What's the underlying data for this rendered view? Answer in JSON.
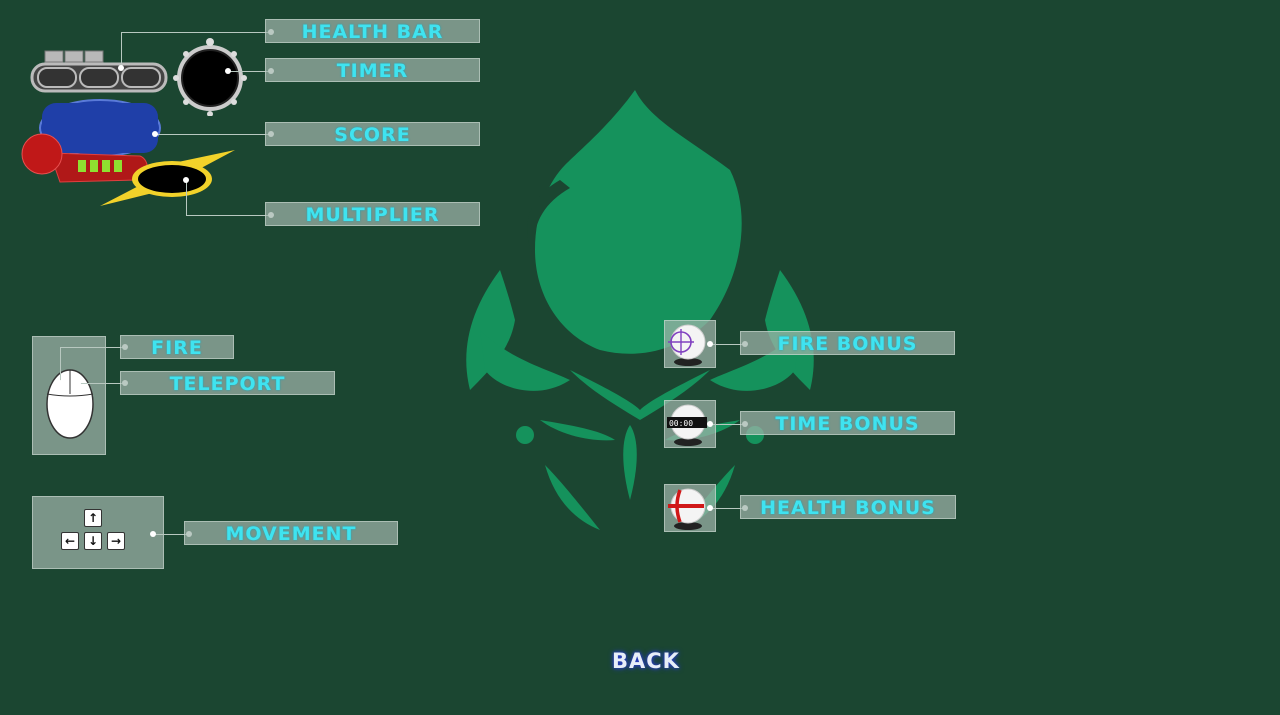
{
  "hud": {
    "health_bar": "HEALTH BAR",
    "timer": "TIMER",
    "score": "SCORE",
    "multiplier": "MULTIPLIER"
  },
  "controls": {
    "fire": "FIRE",
    "teleport": "TELEPORT",
    "movement": "MOVEMENT",
    "timer_digits": "00:00"
  },
  "bonuses": {
    "fire_bonus": "FIRE BONUS",
    "time_bonus": "TIME BONUS",
    "health_bonus": "HEALTH BONUS"
  },
  "nav": {
    "back": "BACK"
  },
  "icons": {
    "keys": [
      "arrow-up-icon",
      "arrow-left-icon",
      "arrow-down-icon",
      "arrow-right-icon"
    ],
    "mouse": "mouse-icon",
    "emblem": "emblem-logo"
  },
  "colors": {
    "background": "#1b4631",
    "emblem": "#15925c",
    "label_text": "#3fe3f0",
    "label_bg": "#a0b4aa",
    "score_blue": "#1f3fa8",
    "multiplier_gold": "#f2d22a",
    "orb_red": "#c01818"
  }
}
